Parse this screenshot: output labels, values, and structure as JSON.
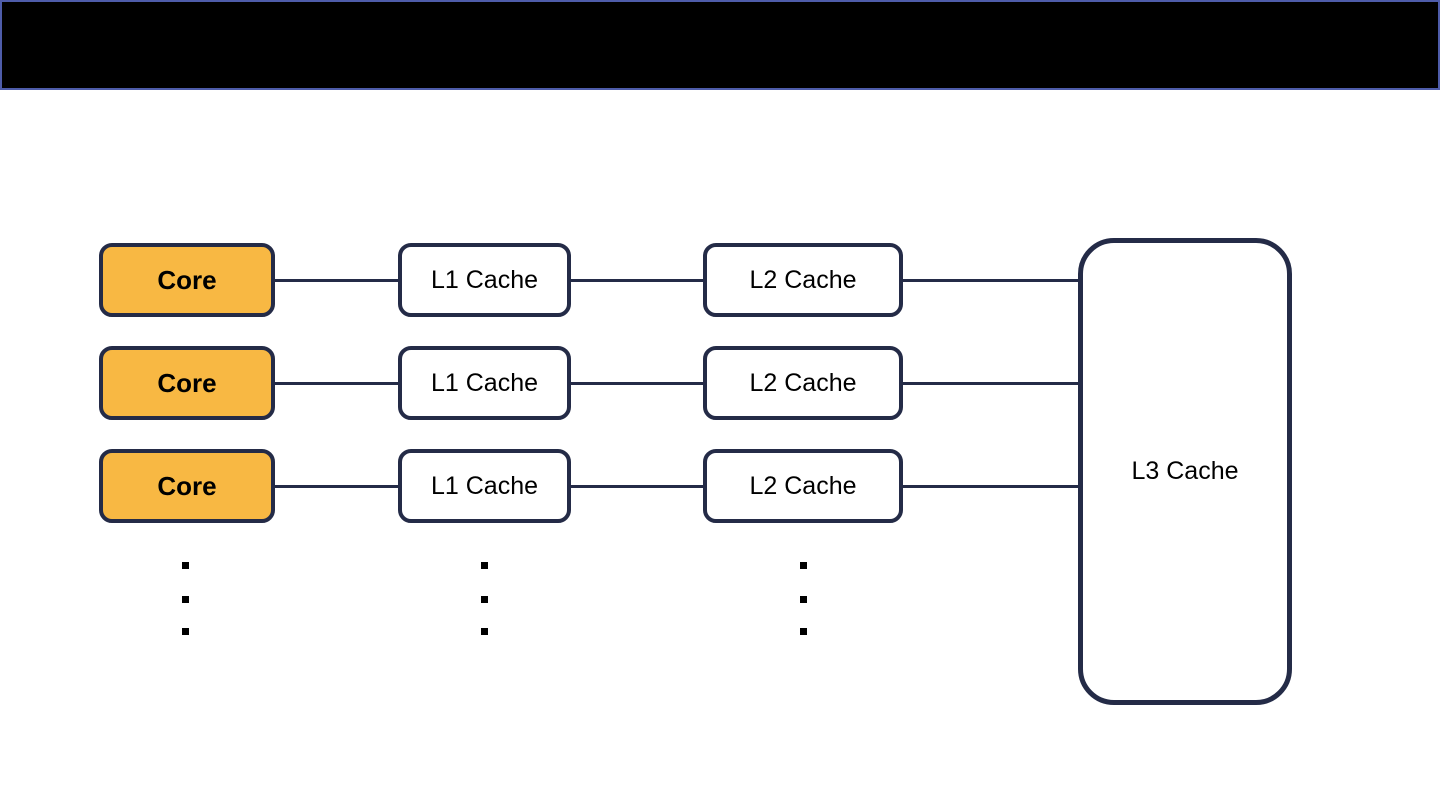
{
  "colors": {
    "header_bg": "#000000",
    "header_border": "#4e5ca9",
    "node_border": "#242b47",
    "node_fill": "#ffffff",
    "core_fill": "#f8b843",
    "connector": "#242b47",
    "text_color": "#000000"
  },
  "header": {
    "title": ""
  },
  "diagram": {
    "rows": [
      {
        "core_label": "Core",
        "l1_label": "L1 Cache",
        "l2_label": "L2 Cache"
      },
      {
        "core_label": "Core",
        "l1_label": "L1 Cache",
        "l2_label": "L2 Cache"
      },
      {
        "core_label": "Core",
        "l1_label": "L1 Cache",
        "l2_label": "L2 Cache"
      }
    ],
    "l3_label": "L3 Cache",
    "ellipsis_note": "vertical ellipsis under each column indicating more cores"
  }
}
